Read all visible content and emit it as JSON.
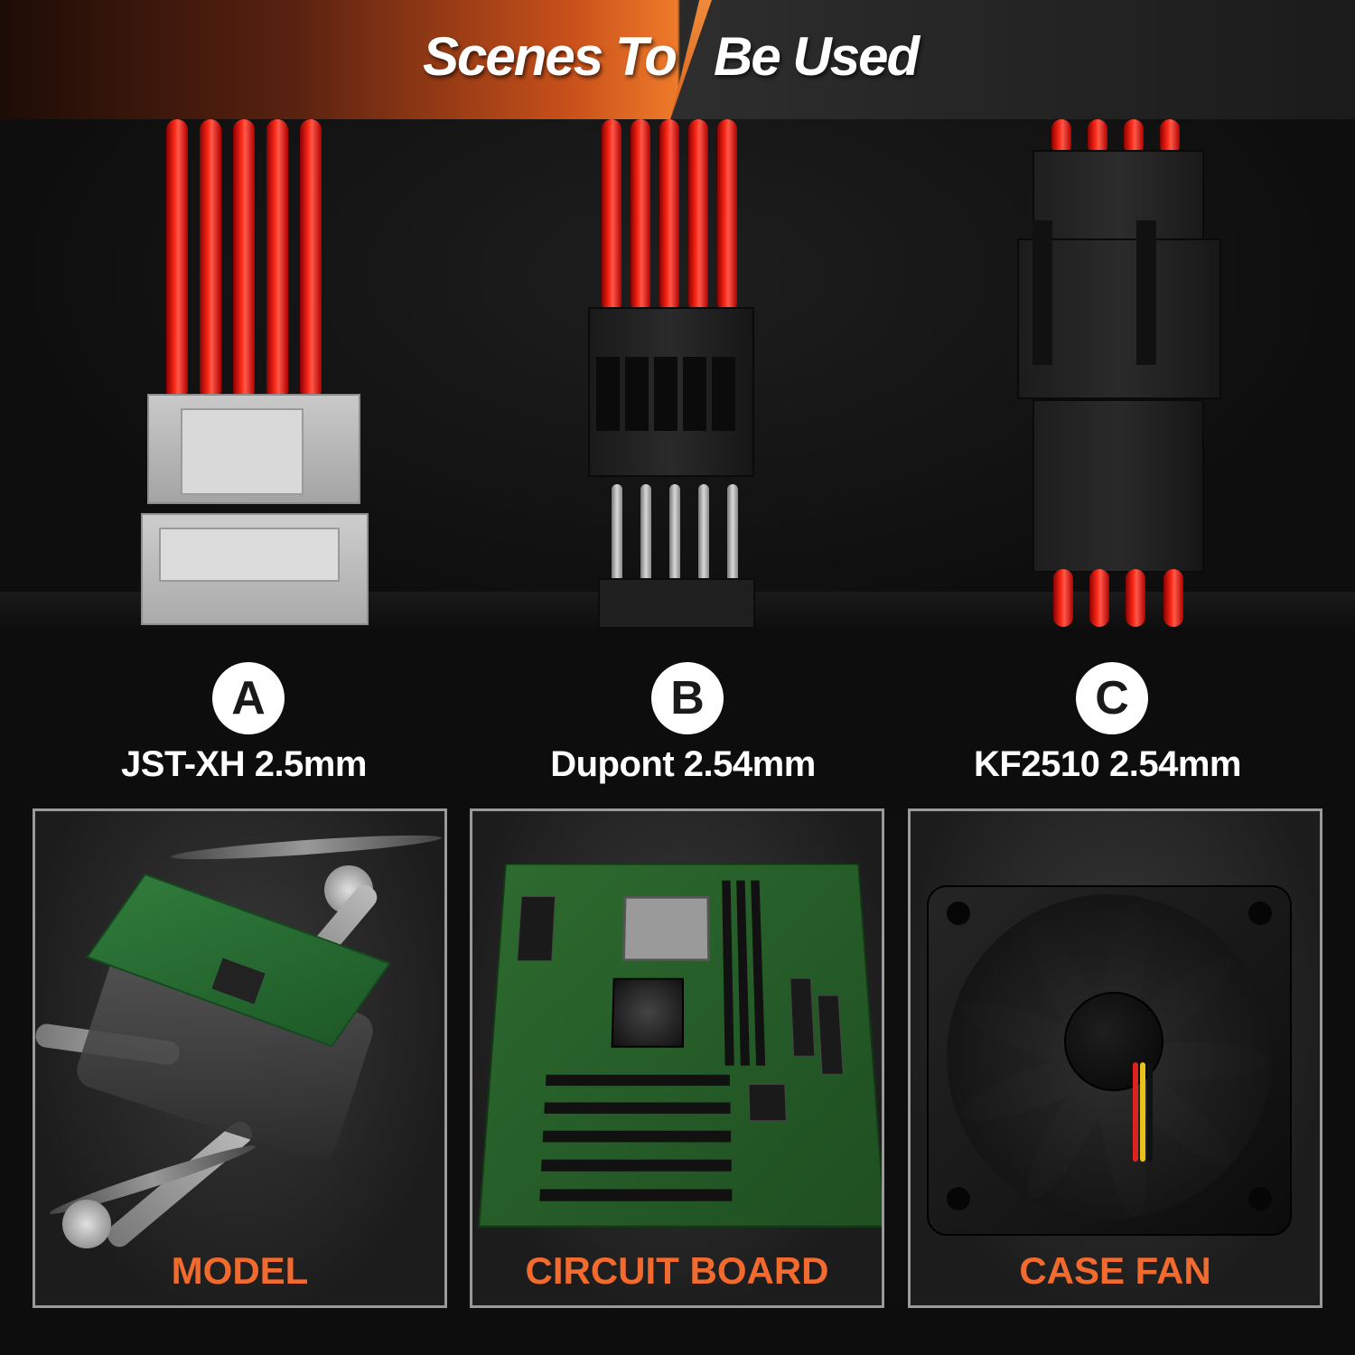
{
  "banner": {
    "title_left": "Scenes To",
    "title_right": "Be Used",
    "accent_color": "#ee7a2a"
  },
  "connectors": [
    {
      "badge": "A",
      "label": "JST-XH 2.5mm"
    },
    {
      "badge": "B",
      "label": "Dupont 2.54mm"
    },
    {
      "badge": "C",
      "label": "KF2510 2.54mm"
    }
  ],
  "scenes": [
    {
      "caption": "MODEL",
      "icon": "drone-icon"
    },
    {
      "caption": "CIRCUIT BOARD",
      "icon": "motherboard-icon"
    },
    {
      "caption": "CASE FAN",
      "icon": "case-fan-icon"
    }
  ],
  "colors": {
    "wire_red": "#ff2a1a",
    "caption_orange": "#f26a2e",
    "panel_border": "#9a9a9a"
  }
}
